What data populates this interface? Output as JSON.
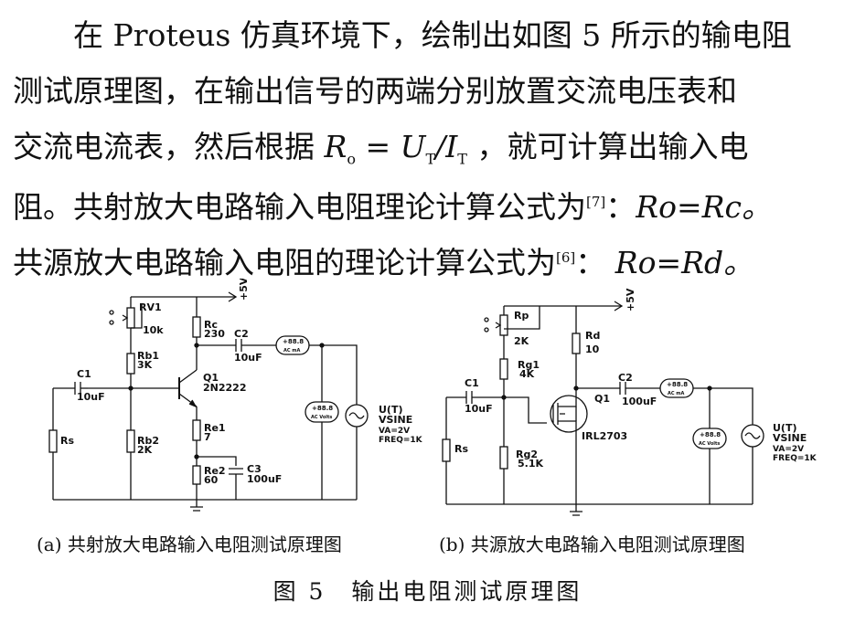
{
  "paragraph": {
    "line1": "在 Proteus 仿真环境下，绘制出如图 5 所示的输电阻",
    "line2": "测试原理图，在输出信号的两端分别放置交流电压表和",
    "line3_pre": "交流电流表，然后根据 ",
    "line3_formula": "R",
    "line3_sub_o": "o",
    "line3_eq": " = U",
    "line3_sub_t1": "T",
    "line3_div": "/I",
    "line3_sub_t2": "T",
    "line3_post": " ，就可计算出输入电",
    "line4_pre": "阻。共射放大电路输入电阻理论计算公式为",
    "line4_ref": "[7]",
    "line4_post": "：",
    "line4_formula": "Ro=Rc。",
    "line5_pre": "共源放大电路输入电阻的理论计算公式为",
    "line5_ref": "[6]",
    "line5_post": "： ",
    "line5_formula": "Ro=Rd。"
  },
  "circuit_a": {
    "rv1": "RV1",
    "rv1_val": "10k",
    "rc": "Rc",
    "rc_val": "230",
    "c2": "C2",
    "c2_val": "10uF",
    "rb1": "Rb1",
    "rb1_val": "3K",
    "c1": "C1",
    "c1_val": "10uF",
    "q1": "Q1",
    "q1_val": "2N2222",
    "rs": "Rs",
    "rb2": "Rb2",
    "rb2_val": "2K",
    "re1": "Re1",
    "re1_val": "7",
    "re2": "Re2",
    "re2_val": "60",
    "c3": "C3",
    "c3_val": "100uF",
    "ut": "U(T)",
    "vsine": "VSINE",
    "va": "VA=2V",
    "freq": "FREQ=1K",
    "supply": "+5V",
    "ammeter_reading": "+88.8",
    "ammeter_unit": "AC mA",
    "voltmeter_reading": "+88.8",
    "voltmeter_unit": "AC Volts"
  },
  "circuit_b": {
    "rp": "Rp",
    "rp_val": "2K",
    "rd": "Rd",
    "rd_val": "10",
    "c2": "C2",
    "c2_val": "100uF",
    "rg1": "Rg1",
    "rg1_val": "4K",
    "c1": "C1",
    "c1_val": "10uF",
    "q1": "Q1",
    "q1_val": "IRL2703",
    "rs": "Rs",
    "rg2": "Rg2",
    "rg2_val": "5.1K",
    "ut": "U(T)",
    "vsine": "VSINE",
    "va": "VA=2V",
    "freq": "FREQ=1K",
    "supply": "+5V",
    "ammeter_reading": "+88.8",
    "ammeter_unit": "AC mA",
    "voltmeter_reading": "+88.8",
    "voltmeter_unit": "AC Volts"
  },
  "captions": {
    "a": "(a) 共射放大电路输入电阻测试原理图",
    "b": "(b) 共源放大电路输入电阻测试原理图",
    "figure": "图 5　输出电阻测试原理图"
  }
}
